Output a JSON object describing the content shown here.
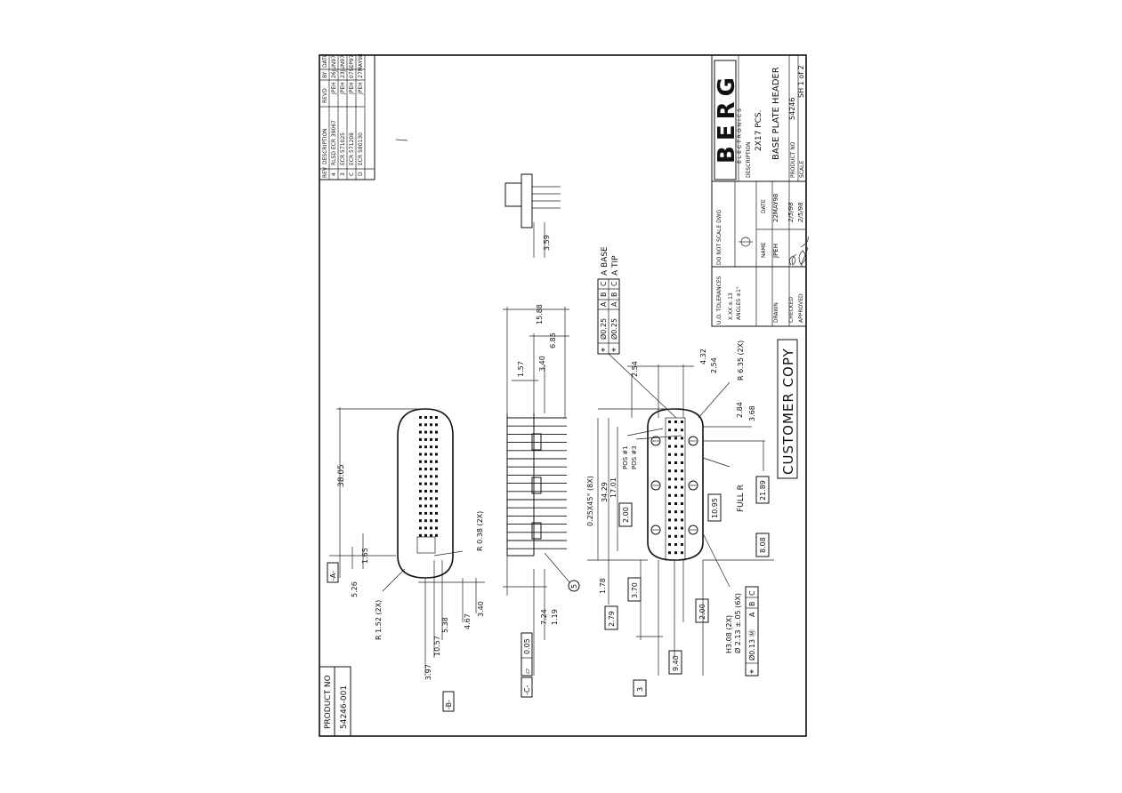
{
  "product_no": {
    "label": "PRODUCT NO",
    "value": "54246-001"
  },
  "revision_table": {
    "headers": [
      "REV",
      "DESCRIPTION",
      "REVD",
      "BY",
      "DATE"
    ],
    "rows": [
      {
        "rev": "4",
        "desc": "RLSD ECR 39067",
        "by": "JPEH",
        "date": "26JUN97"
      },
      {
        "rev": "3",
        "desc": "ECR 571025",
        "by": "JPEH",
        "date": "23JUN97"
      },
      {
        "rev": "C",
        "desc": "ECR 571208",
        "by": "JPEH",
        "date": "07SEP97"
      },
      {
        "rev": "D",
        "desc": "ECR 580130",
        "by": "JPEH",
        "date": "27MAY98"
      }
    ]
  },
  "title_block": {
    "logo": "BERG",
    "logo_sub": "ELECTRONICS",
    "description_label": "DESCRIPTION",
    "description_line1": "2X17 PCS.",
    "description_line2": "BASE PLATE HEADER",
    "product_label": "PRODUCT NO",
    "product_no": "54246",
    "scale_label": "SCALE",
    "sheet": "SH 1 of 2",
    "do_not_scale": "DO NOT SCALE DWG",
    "tolerances_label": "U.O. TOLERANCES",
    "tol_1": "X.XX  ±.13",
    "tol_2": "ANGLES ±1°",
    "name_label": "NAME",
    "date_label": "DATE",
    "drawn_label": "DRAWN",
    "drawn_name": "JPEH",
    "drawn_date": "22MAY98",
    "checked_label": "CHECKED",
    "checked_date": "2/5/98",
    "approved_label": "APPROVED",
    "approved_date": "2/5/98"
  },
  "stamp": "CUSTOMER COPY",
  "datums": {
    "a": "-A-",
    "b": "-B-",
    "c": "-C-",
    "three": "3",
    "five": "5"
  },
  "feature_frames": {
    "base": [
      "⌖",
      "Ø0.25",
      "A",
      "B",
      "C"
    ],
    "tip": [
      "⌖",
      "Ø0.25",
      "A",
      "B",
      "C"
    ],
    "base_label": "A  BASE",
    "tip_label": "A  TIP",
    "hole": [
      "⌖",
      "Ø0.13 Ⓜ",
      "A",
      "B",
      "C"
    ],
    "flatness": [
      "⏥",
      "0.05"
    ]
  },
  "dimensions": {
    "d38_05": "38.05",
    "d5_26": "5.26",
    "d1_65": "1.65",
    "r1_52": "R 1.52 (2X)",
    "r0_38": "R 0.38 (2X)",
    "d3_97": "3.97",
    "d10_57": "10.57",
    "d5_38": "5.38",
    "d4_67": "4.67",
    "d3_40a": "3.40",
    "d15_88": "15.88",
    "d6_85": "6.85",
    "d3_40b": "3.40",
    "d1_57": "1.57",
    "d7_24": "7.24",
    "d1_19": "1.19",
    "d3_59": "3.59",
    "chamfer": "0.25X45° (8X)",
    "d34_29": "34.29",
    "d17_01": "17.01",
    "d2_00a": "2.00",
    "d1_78": "1.78",
    "d2_79": "2.79",
    "d3_70": "3.70",
    "d2_00b": "2.00",
    "d9_40": "9.40",
    "pos1": "POS #1",
    "pos2": "POS #3",
    "d2_54a": "2.54",
    "d4_32": "4.32",
    "d2_54b": "2.54",
    "r6_35": "R 6.35 (2X)",
    "d2_84": "2.84",
    "d3_68": "3.68",
    "d10_95": "10.95",
    "full_r": "FULL R",
    "d21_89": "21.89",
    "d8_08": "8.08",
    "holes1": "H3.08 (2X)",
    "holes2": "Ø 2.13 ±.05 (6X)"
  }
}
